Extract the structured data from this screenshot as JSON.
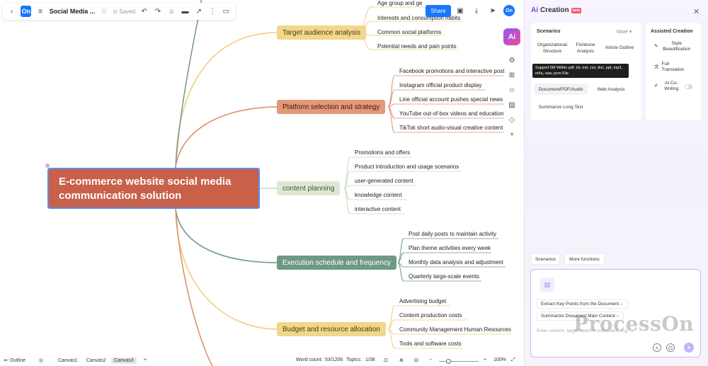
{
  "toolbar": {
    "back_icon": "chevron-left-icon",
    "logo": "On",
    "doc_title": "Social Media ...",
    "saved": "Saved",
    "share": "Share",
    "user_badge": "On"
  },
  "mindmap": {
    "central": "E-commerce website social media communication solution",
    "topics": [
      {
        "label": "Target audience analysis",
        "color": "#f2d68a",
        "children": [
          "Age group and ge",
          "Interests and consumption habits",
          "Common social platforms",
          "Potential needs and pain points"
        ]
      },
      {
        "label": "Platform selection and strategy",
        "color": "#e39876",
        "children": [
          "Facebook promotions and interactive post",
          "Instagram official product display",
          "Line official account pushes special news",
          "YouTube out-of-box videos and education",
          "TikTok short audio-visual creative content"
        ]
      },
      {
        "label": "content planning",
        "color": "#dde8d4",
        "children": [
          "Promotions and offers",
          "Product introduction and usage scenarios",
          "user-generated content",
          "knowledge content",
          "interactive content"
        ]
      },
      {
        "label": "Execution schedule and frequency",
        "color": "#6e9a84",
        "children": [
          "Post daily posts to maintain activity",
          "Plan theme activities every week",
          "Monthly data analysis and adjustment",
          "Quarterly large-scale events"
        ]
      },
      {
        "label": "Budget and resource allocation",
        "color": "#f2d68a",
        "children": [
          "Advertising budget",
          "Content production costs",
          "Community Management Human Resources",
          "Tools and software costs"
        ]
      }
    ]
  },
  "statusbar": {
    "outline": "Outline",
    "canvases": [
      "Canvas1",
      "Canvas2",
      "Canvas3"
    ],
    "active_canvas": "Canvas3",
    "add": "+",
    "word_count_label": "Word count:",
    "word_count": "53/1206",
    "topics_label": "Topics:",
    "topics": "1/38",
    "zoom": "100%"
  },
  "panel": {
    "title": "Creation",
    "badge": "beta",
    "scenarios_title": "Scenarios",
    "more": "More",
    "scenarios": [
      "Organizational Structure",
      "Fishbone Analysis",
      "Article Outline"
    ],
    "tooltip": "Support 5M Within pdf, txt, md, csv, doc, ppt, mp3, m4a, wav, pcm File",
    "doc_button": "Document/PDF/Audio",
    "web_button": "Web Analysis",
    "summarize": "Summarize Long Text",
    "assisted_title": "Assisted Creation",
    "assisted": [
      "Style Beautification",
      "Full Translation",
      "AI Co-Writing"
    ],
    "tabs": [
      "Scenarios",
      "More functions"
    ],
    "suggestions": [
      "Extract Key Points from the Document→",
      "Summarize Document Main Content→"
    ],
    "placeholder": "Enter content, target topic, or instruction, e.g. ...",
    "watermark": "ProcessOn"
  }
}
